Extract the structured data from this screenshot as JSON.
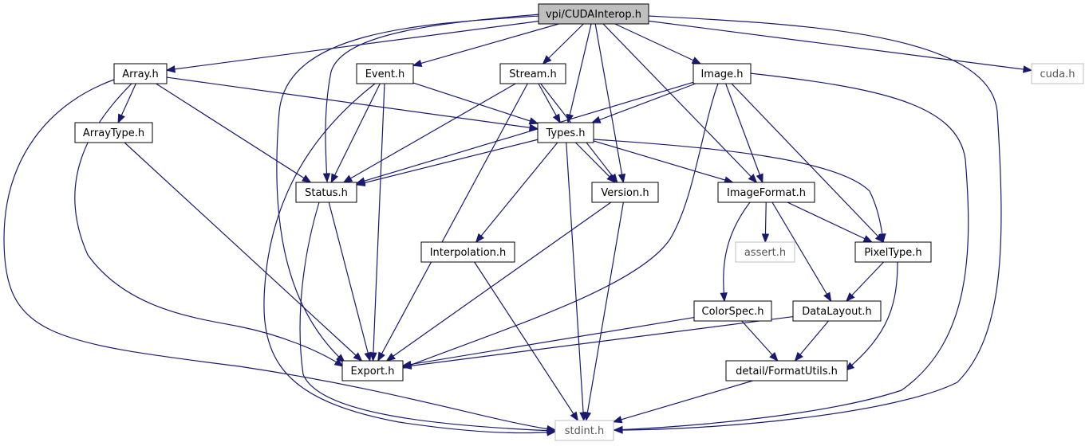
{
  "graph": {
    "root": "vpi/CUDAInterop.h",
    "nodes": [
      {
        "id": "root",
        "label": "vpi/CUDAInterop.h",
        "kind": "root"
      },
      {
        "id": "array",
        "label": "Array.h",
        "kind": "file"
      },
      {
        "id": "event",
        "label": "Event.h",
        "kind": "file"
      },
      {
        "id": "stream",
        "label": "Stream.h",
        "kind": "file"
      },
      {
        "id": "image",
        "label": "Image.h",
        "kind": "file"
      },
      {
        "id": "cuda",
        "label": "cuda.h",
        "kind": "external"
      },
      {
        "id": "arraytype",
        "label": "ArrayType.h",
        "kind": "file"
      },
      {
        "id": "types",
        "label": "Types.h",
        "kind": "file"
      },
      {
        "id": "status",
        "label": "Status.h",
        "kind": "file"
      },
      {
        "id": "version",
        "label": "Version.h",
        "kind": "file"
      },
      {
        "id": "imageformat",
        "label": "ImageFormat.h",
        "kind": "file"
      },
      {
        "id": "interpolation",
        "label": "Interpolation.h",
        "kind": "file"
      },
      {
        "id": "assert",
        "label": "assert.h",
        "kind": "external"
      },
      {
        "id": "pixeltype",
        "label": "PixelType.h",
        "kind": "file"
      },
      {
        "id": "colorspec",
        "label": "ColorSpec.h",
        "kind": "file"
      },
      {
        "id": "datalayout",
        "label": "DataLayout.h",
        "kind": "file"
      },
      {
        "id": "export",
        "label": "Export.h",
        "kind": "file"
      },
      {
        "id": "formatutils",
        "label": "detail/FormatUtils.h",
        "kind": "file"
      },
      {
        "id": "stdint",
        "label": "stdint.h",
        "kind": "external"
      }
    ],
    "edges": [
      [
        "root",
        "array"
      ],
      [
        "root",
        "event"
      ],
      [
        "root",
        "stream"
      ],
      [
        "root",
        "image"
      ],
      [
        "root",
        "cuda"
      ],
      [
        "root",
        "types"
      ],
      [
        "root",
        "status"
      ],
      [
        "root",
        "version"
      ],
      [
        "root",
        "imageformat"
      ],
      [
        "root",
        "export"
      ],
      [
        "root",
        "stdint"
      ],
      [
        "array",
        "arraytype"
      ],
      [
        "array",
        "types"
      ],
      [
        "array",
        "status"
      ],
      [
        "array",
        "export"
      ],
      [
        "array",
        "stdint"
      ],
      [
        "event",
        "types"
      ],
      [
        "event",
        "status"
      ],
      [
        "event",
        "export"
      ],
      [
        "event",
        "stdint"
      ],
      [
        "stream",
        "types"
      ],
      [
        "stream",
        "status"
      ],
      [
        "stream",
        "version"
      ],
      [
        "stream",
        "export"
      ],
      [
        "image",
        "types"
      ],
      [
        "image",
        "status"
      ],
      [
        "image",
        "imageformat"
      ],
      [
        "image",
        "pixeltype"
      ],
      [
        "image",
        "export"
      ],
      [
        "image",
        "stdint"
      ],
      [
        "arraytype",
        "export"
      ],
      [
        "types",
        "status"
      ],
      [
        "types",
        "version"
      ],
      [
        "types",
        "imageformat"
      ],
      [
        "types",
        "interpolation"
      ],
      [
        "types",
        "pixeltype"
      ],
      [
        "types",
        "stdint"
      ],
      [
        "status",
        "export"
      ],
      [
        "status",
        "stdint"
      ],
      [
        "version",
        "export"
      ],
      [
        "version",
        "stdint"
      ],
      [
        "imageformat",
        "assert"
      ],
      [
        "imageformat",
        "pixeltype"
      ],
      [
        "imageformat",
        "colorspec"
      ],
      [
        "imageformat",
        "datalayout"
      ],
      [
        "interpolation",
        "stdint"
      ],
      [
        "pixeltype",
        "datalayout"
      ],
      [
        "pixeltype",
        "formatutils"
      ],
      [
        "colorspec",
        "export"
      ],
      [
        "colorspec",
        "formatutils"
      ],
      [
        "datalayout",
        "export"
      ],
      [
        "datalayout",
        "formatutils"
      ],
      [
        "formatutils",
        "stdint"
      ]
    ]
  },
  "colors": {
    "edge": "#191970",
    "node_border": "#000000",
    "root_fill": "#bfbfbf",
    "external_border": "#bfbfbf"
  }
}
